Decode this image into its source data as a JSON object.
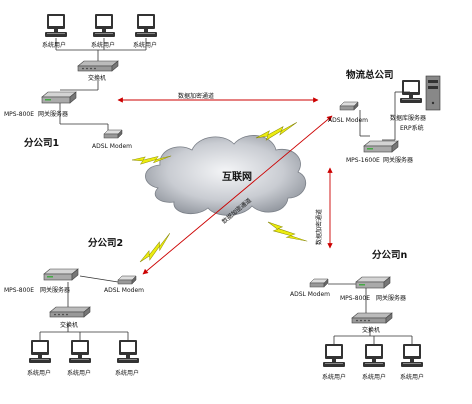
{
  "internet_label": "互联网",
  "channel_label": "数据加密通道",
  "hq": {
    "title": "物流总公司",
    "db_server_label": "数据库服务器",
    "erp_label": "ERP系统",
    "gateway_model": "MPS-1600E",
    "gateway_label": "网关服务器",
    "modem_label": "ADSL Modem"
  },
  "branch1": {
    "title": "分公司1",
    "users": [
      "系统用户",
      "系统用户",
      "系统用户"
    ],
    "switch_label": "交换机",
    "gateway_model": "MPS-800E",
    "gateway_label": "网关服务器",
    "modem_label": "ADSL Modem"
  },
  "branch2": {
    "title": "分公司2",
    "users": [
      "系统用户",
      "系统用户",
      "系统用户"
    ],
    "switch_label": "交换机",
    "gateway_model": "MPS-800E",
    "gateway_label": "网关服务器",
    "modem_label": "ADSL Modem"
  },
  "branchn": {
    "title": "分公司n",
    "users": [
      "系统用户",
      "系统用户",
      "系统用户"
    ],
    "switch_label": "交换机",
    "gateway_model": "MPS-800E",
    "gateway_label": "网关服务器",
    "modem_label": "ADSL Modem"
  },
  "colors": {
    "link": "#cc0000",
    "lightning": "#e8e800",
    "cloud": "#9aa0a8",
    "device": "#555555"
  }
}
